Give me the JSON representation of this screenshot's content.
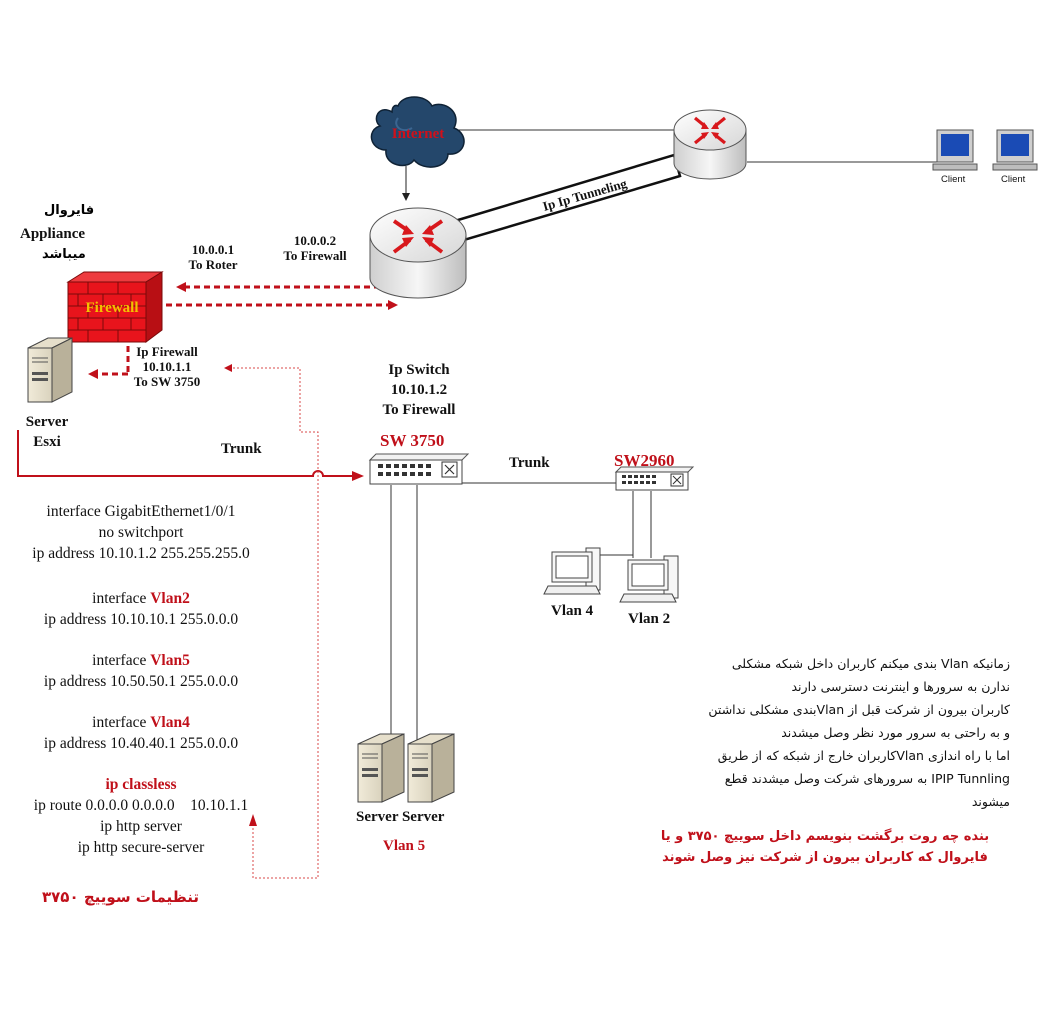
{
  "internet": {
    "label": "Internet"
  },
  "tunnel": {
    "label": "Ip Ip Tunneling"
  },
  "clients": [
    {
      "label": "Client"
    },
    {
      "label": "Client"
    }
  ],
  "firewall": {
    "label": "Firewall",
    "desc_fa_1": "فایروال",
    "desc_en": "Appliance",
    "desc_fa_2": "میباشد"
  },
  "links": {
    "fw_to_router_ip": "10.0.0.1",
    "fw_to_router_text": "To Roter",
    "router_to_fw_ip": "10.0.0.2",
    "router_to_fw_text": "To Firewall",
    "fw_to_sw_title": "Ip Firewall",
    "fw_to_sw_ip": "10.10.1.1",
    "fw_to_sw_text": "To SW 3750",
    "trunk_left": "Trunk",
    "trunk_right": "Trunk"
  },
  "server_esxi": {
    "line1": "Server",
    "line2": "Esxi"
  },
  "sw3750": {
    "ip_title": "Ip Switch",
    "ip": "10.10.1.2",
    "ip_text": "To Firewall",
    "name": "SW 3750"
  },
  "sw2960": {
    "name": "SW2960"
  },
  "vlans": {
    "vlan4": "Vlan 4",
    "vlan2": "Vlan 2",
    "servers": "Server Server",
    "vlan5": "Vlan 5"
  },
  "config": {
    "l1": "interface GigabitEthernet1/0/1",
    "l2": "no switchport",
    "l3": "ip address 10.10.1.2 255.255.255.0",
    "l4_kw": "interface ",
    "l4_name": "Vlan2",
    "l5": "ip address 10.10.10.1 255.0.0.0",
    "l6_kw": "interface ",
    "l6_name": "Vlan5",
    "l7": "ip address 10.50.50.1 255.0.0.0",
    "l8_kw": "interface ",
    "l8_name": "Vlan4",
    "l9": "ip address 10.40.40.1 255.0.0.0",
    "l10": "ip classless",
    "l11": "ip route 0.0.0.0 0.0.0.0    10.10.1.1",
    "l12": "ip http server",
    "l13": "ip http secure-server"
  },
  "config_title": "تنظیمات سوییچ ۳۷۵۰",
  "note": [
    "زمانیکه Vlan بندی میکنم کاربران داخل   شبکه مشکلی",
    "ندارن به سرورها و اینترنت  دسترسی دارند",
    "کاربران بیرون از شرکت قبل از  Vlanبندی مشکلی نداشتن",
    "و به راحتی به سرور مورد نظر وصل میشدند",
    "اما با راه اندازی Vlanکاربران خارج از شبکه که از طریق",
    "IPIP Tunnling به سرورهای شرکت وصل میشدند قطع",
    "میشوند"
  ],
  "question": [
    "بنده چه روت برگشت بنویسم داخل سوییچ ۳۷۵۰ و یا",
    "فایروال که کاربران بیرون از شرکت نیز وصل شوند"
  ],
  "colors": {
    "red": "#c0101a",
    "dark_red": "#b01010",
    "firewall_brick": "#e8141c",
    "cloud": "#24476b",
    "line": "#333333"
  }
}
